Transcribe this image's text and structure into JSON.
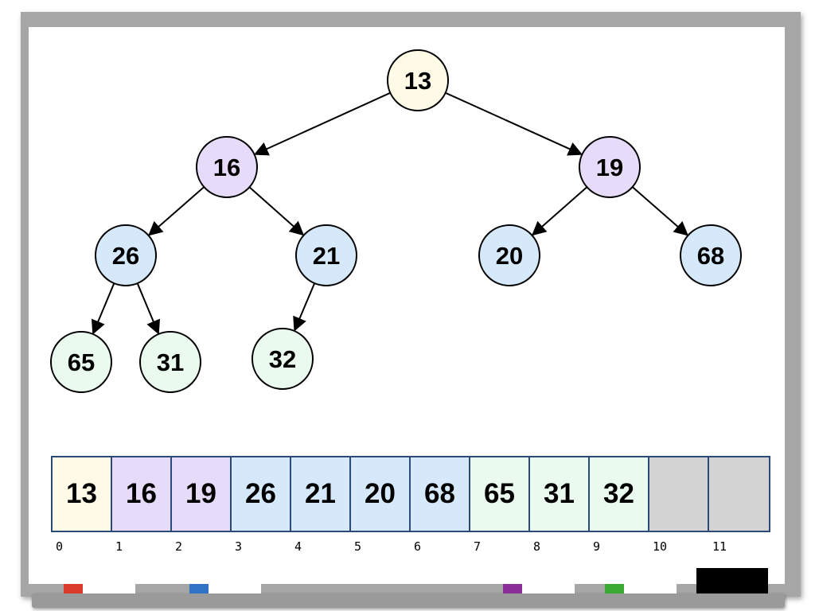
{
  "colors": {
    "root": "#fffbe6",
    "level1": "#e6dcfa",
    "level2": "#d6e9fa",
    "level3": "#ebfaee",
    "empty": "#d3d3d3",
    "array_border": "#2b4a78",
    "marker_red": "#d93a2b",
    "marker_blue": "#2f73c4",
    "marker_purple": "#8a2f9a",
    "marker_green": "#3aaa35"
  },
  "tree": {
    "nodes": [
      {
        "id": "n0",
        "value": "13",
        "color": "root"
      },
      {
        "id": "n1",
        "value": "16",
        "color": "level1"
      },
      {
        "id": "n2",
        "value": "19",
        "color": "level1"
      },
      {
        "id": "n3",
        "value": "26",
        "color": "level2"
      },
      {
        "id": "n4",
        "value": "21",
        "color": "level2"
      },
      {
        "id": "n5",
        "value": "20",
        "color": "level2"
      },
      {
        "id": "n6",
        "value": "68",
        "color": "level2"
      },
      {
        "id": "n7",
        "value": "65",
        "color": "level3"
      },
      {
        "id": "n8",
        "value": "31",
        "color": "level3"
      },
      {
        "id": "n9",
        "value": "32",
        "color": "level3"
      }
    ],
    "edges": [
      [
        "n0",
        "n1"
      ],
      [
        "n0",
        "n2"
      ],
      [
        "n1",
        "n3"
      ],
      [
        "n1",
        "n4"
      ],
      [
        "n2",
        "n5"
      ],
      [
        "n2",
        "n6"
      ],
      [
        "n3",
        "n7"
      ],
      [
        "n3",
        "n8"
      ],
      [
        "n4",
        "n9"
      ]
    ]
  },
  "array": {
    "cells": [
      {
        "value": "13",
        "color": "root"
      },
      {
        "value": "16",
        "color": "level1"
      },
      {
        "value": "19",
        "color": "level1"
      },
      {
        "value": "26",
        "color": "level2"
      },
      {
        "value": "21",
        "color": "level2"
      },
      {
        "value": "20",
        "color": "level2"
      },
      {
        "value": "68",
        "color": "level2"
      },
      {
        "value": "65",
        "color": "level3"
      },
      {
        "value": "31",
        "color": "level3"
      },
      {
        "value": "32",
        "color": "level3"
      },
      {
        "value": "",
        "color": "empty"
      },
      {
        "value": "",
        "color": "empty"
      }
    ],
    "indices": [
      "0",
      "1",
      "2",
      "3",
      "4",
      "5",
      "6",
      "7",
      "8",
      "9",
      "10",
      "11"
    ]
  },
  "tray": {
    "markers": [
      "marker_red",
      "marker_blue",
      "marker_purple",
      "marker_green"
    ]
  }
}
